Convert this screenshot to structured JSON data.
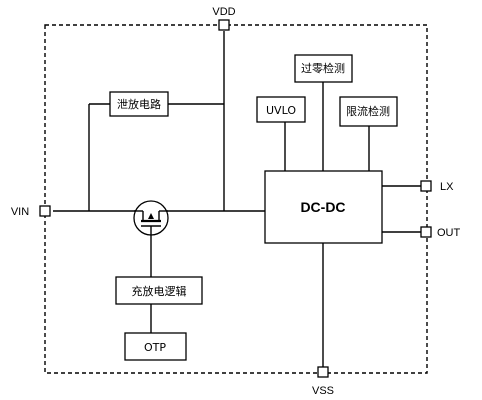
{
  "pins": {
    "vdd": "VDD",
    "vin": "VIN",
    "vss": "VSS",
    "lx": "LX",
    "out": "OUT"
  },
  "blocks": {
    "discharge": "泄放电路",
    "zero_cross": "过零检测",
    "uvlo": "UVLO",
    "current_limit": "限流检测",
    "dcdc": "DC-DC",
    "charge_discharge_logic": "充放电逻辑",
    "otp": "OTP"
  }
}
